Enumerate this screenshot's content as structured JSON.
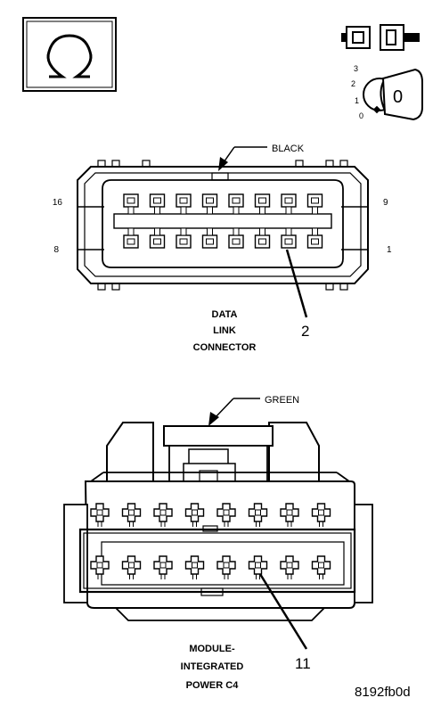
{
  "meter_icon": {
    "symbol": "Ω",
    "name": "ohmmeter-icon"
  },
  "ignition_icon": {
    "positions": [
      "3",
      "2",
      "1",
      "0"
    ],
    "key_text": "0"
  },
  "connector_1": {
    "color_label": "BLACK",
    "pin_numbers": {
      "top_left": "16",
      "top_right": "9",
      "bottom_left": "8",
      "bottom_right": "1"
    },
    "name_lines": [
      "DATA",
      "LINK",
      "CONNECTOR"
    ],
    "callout_pin": "2"
  },
  "connector_2": {
    "color_label": "GREEN",
    "name_lines": [
      "MODULE-",
      "INTEGRATED",
      "POWER C4"
    ],
    "callout_pin": "11"
  },
  "figure_id": "8192fb0d"
}
